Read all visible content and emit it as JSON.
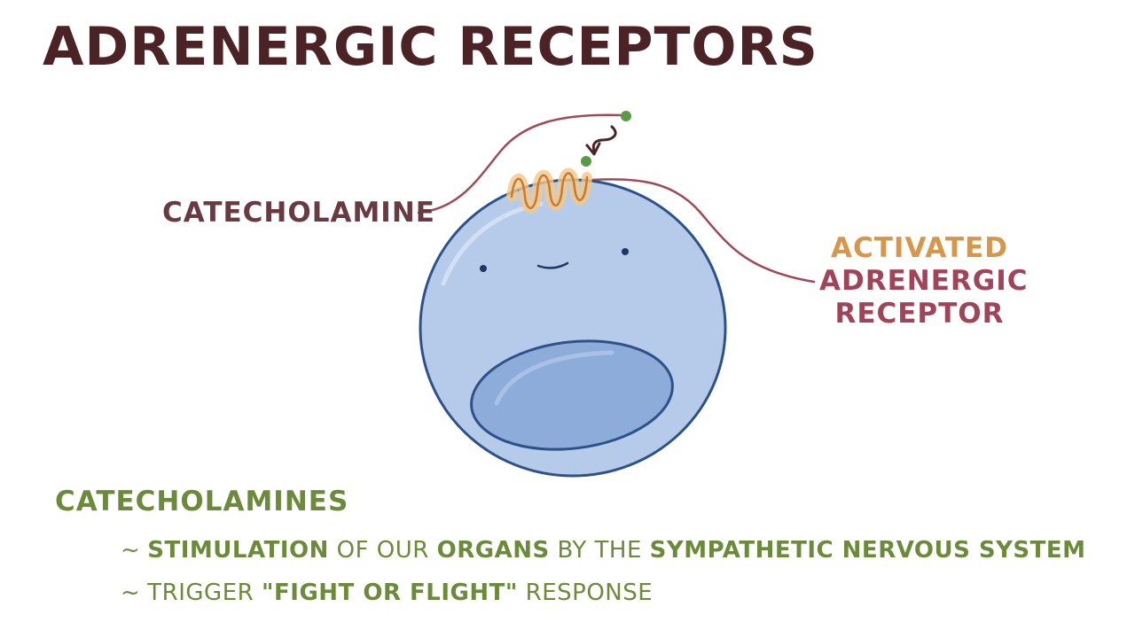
{
  "title": "ADRENERGIC RECEPTORS",
  "labels": {
    "catecholamine": "CATECHOLAMINE",
    "receptor_line1": "ACTIVATED",
    "receptor_line2": "ADRENERGIC",
    "receptor_line3": "RECEPTOR"
  },
  "notes": {
    "heading": "CATECHOLAMINES",
    "bullet1": {
      "tilde": "~",
      "parts": [
        "STIMULATION",
        " OF OUR ",
        "ORGANS",
        " BY THE ",
        "SYMPATHETIC NERVOUS SYSTEM"
      ]
    },
    "bullet2": {
      "tilde": "~",
      "parts": [
        "TRIGGER ",
        "\"FIGHT OR FLIGHT\"",
        " RESPONSE"
      ]
    }
  },
  "colors": {
    "title": "#4b2326",
    "catecholamine_label": "#6a3a42",
    "receptor_accent": "#d6974c",
    "receptor_label": "#a0445a",
    "notes": "#6c8a3b",
    "cell_fill": "#b6cbea",
    "cell_stroke": "#2e5288",
    "nucleus_fill": "#8eacd9",
    "ligand": "#5a9a46",
    "leader_line": "#a04a55"
  },
  "icons": {
    "cell": "cell-illustration",
    "receptor": "receptor-squiggle",
    "ligand": "ligand-dot",
    "arrow": "curved-arrow"
  }
}
